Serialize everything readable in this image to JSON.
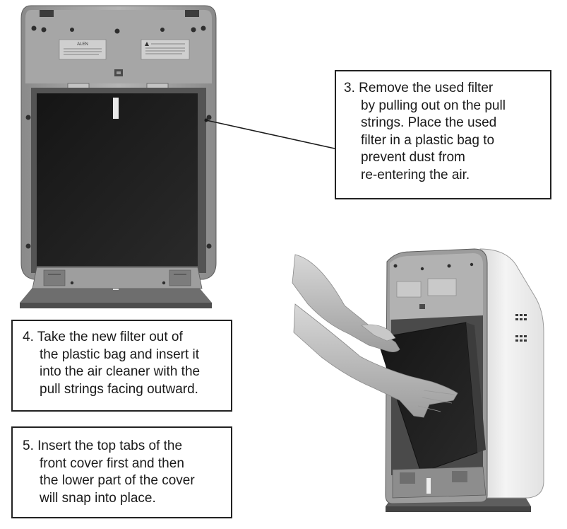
{
  "illustration_1": {
    "brand_logo": "ALEN"
  },
  "step3": {
    "lines": [
      "3. Remove the used filter",
      "by pulling out on the pull",
      "strings. Place the used",
      "filter in a plastic bag to",
      "prevent dust from",
      "re-entering the air."
    ]
  },
  "step4": {
    "lines": [
      "4. Take the new filter out of",
      "the plastic bag and insert it",
      "into the air cleaner with the",
      "pull strings facing outward."
    ]
  },
  "step5": {
    "lines": [
      "5. Insert the top tabs of the",
      "front cover first and then",
      "the lower part of the cover",
      "will snap into place."
    ]
  }
}
